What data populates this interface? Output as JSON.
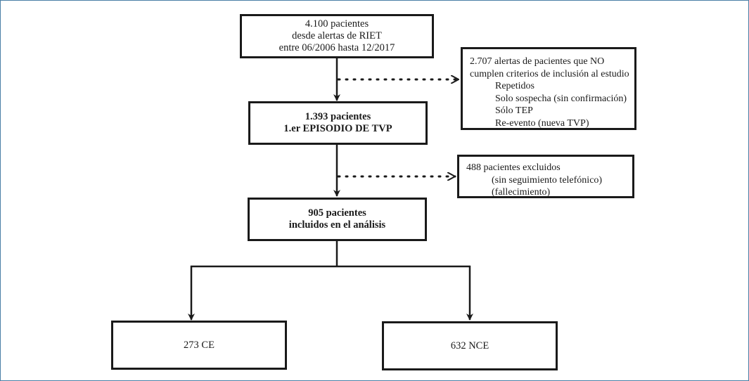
{
  "diagram": {
    "box_start": {
      "lines": [
        "4.100 pacientes",
        "desde alertas de RIET",
        "entre 06/2006 hasta 12/2017"
      ]
    },
    "box_exclusion_1": {
      "heading_lines": [
        "2.707 alertas de pacientes que NO",
        "cumplen criterios de inclusión al estudio"
      ],
      "items": [
        "Repetidos",
        "Solo sospecha (sin confirmación)",
        "Sólo TEP",
        "Re-evento (nueva TVP)"
      ]
    },
    "box_first_episode": {
      "lines": [
        "1.393 pacientes",
        "1.er EPISODIO DE TVP"
      ]
    },
    "box_exclusion_2": {
      "heading": "488 pacientes excluidos",
      "items": [
        "(sin seguimiento telefónico)",
        "(fallecimiento)"
      ]
    },
    "box_included": {
      "lines": [
        "905 pacientes",
        "incluidos en el análisis"
      ]
    },
    "box_ce": {
      "label": "273 CE"
    },
    "box_nce": {
      "label": "632 NCE"
    }
  }
}
